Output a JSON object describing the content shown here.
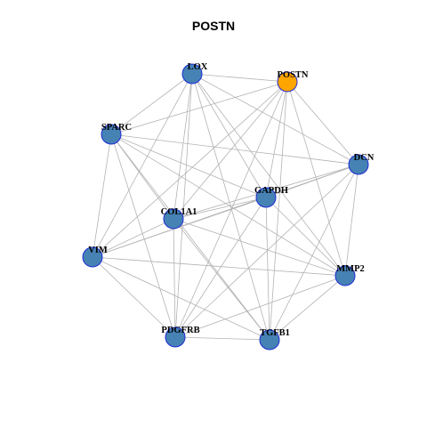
{
  "title": "POSTN",
  "colors": {
    "node_default": "#4682B4",
    "node_focus": "#FFA500",
    "node_border": "#1F2BD6",
    "edge": "#B3B3B3"
  },
  "nodes": [
    {
      "id": "LOX",
      "label": "LOX"
    },
    {
      "id": "POSTN",
      "label": "POSTN",
      "focus": true
    },
    {
      "id": "SPARC",
      "label": "SPARC"
    },
    {
      "id": "DCN",
      "label": "DCN"
    },
    {
      "id": "GAPDH",
      "label": "GAPDH"
    },
    {
      "id": "COL1A1",
      "label": "COL1A1"
    },
    {
      "id": "VIM",
      "label": "VIM"
    },
    {
      "id": "MMP2",
      "label": "MMP2"
    },
    {
      "id": "PDGFRB",
      "label": "PDGFRB"
    },
    {
      "id": "TGFB1",
      "label": "TGFB1"
    }
  ],
  "edges": [
    [
      "LOX",
      "POSTN"
    ],
    [
      "LOX",
      "SPARC"
    ],
    [
      "LOX",
      "VIM"
    ],
    [
      "LOX",
      "COL1A1"
    ],
    [
      "LOX",
      "PDGFRB"
    ],
    [
      "LOX",
      "GAPDH"
    ],
    [
      "LOX",
      "MMP2"
    ],
    [
      "LOX",
      "TGFB1"
    ],
    [
      "LOX",
      "DCN"
    ],
    [
      "POSTN",
      "SPARC"
    ],
    [
      "POSTN",
      "DCN"
    ],
    [
      "POSTN",
      "GAPDH"
    ],
    [
      "POSTN",
      "COL1A1"
    ],
    [
      "POSTN",
      "VIM"
    ],
    [
      "POSTN",
      "MMP2"
    ],
    [
      "POSTN",
      "PDGFRB"
    ],
    [
      "POSTN",
      "TGFB1"
    ],
    [
      "SPARC",
      "DCN"
    ],
    [
      "SPARC",
      "GAPDH"
    ],
    [
      "SPARC",
      "COL1A1"
    ],
    [
      "SPARC",
      "VIM"
    ],
    [
      "SPARC",
      "MMP2"
    ],
    [
      "SPARC",
      "PDGFRB"
    ],
    [
      "SPARC",
      "TGFB1"
    ],
    [
      "DCN",
      "GAPDH"
    ],
    [
      "DCN",
      "COL1A1"
    ],
    [
      "DCN",
      "VIM"
    ],
    [
      "DCN",
      "MMP2"
    ],
    [
      "DCN",
      "TGFB1"
    ],
    [
      "DCN",
      "PDGFRB"
    ],
    [
      "GAPDH",
      "COL1A1"
    ],
    [
      "GAPDH",
      "VIM"
    ],
    [
      "GAPDH",
      "MMP2"
    ],
    [
      "GAPDH",
      "PDGFRB"
    ],
    [
      "GAPDH",
      "TGFB1"
    ],
    [
      "COL1A1",
      "VIM"
    ],
    [
      "COL1A1",
      "MMP2"
    ],
    [
      "COL1A1",
      "PDGFRB"
    ],
    [
      "COL1A1",
      "TGFB1"
    ],
    [
      "VIM",
      "MMP2"
    ],
    [
      "VIM",
      "PDGFRB"
    ],
    [
      "VIM",
      "TGFB1"
    ],
    [
      "MMP2",
      "PDGFRB"
    ],
    [
      "MMP2",
      "TGFB1"
    ],
    [
      "PDGFRB",
      "TGFB1"
    ]
  ]
}
